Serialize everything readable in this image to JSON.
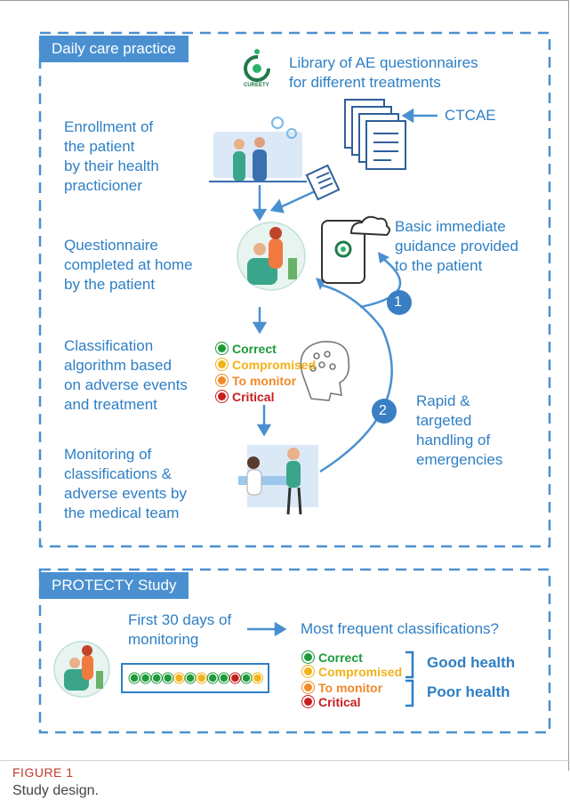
{
  "panel1": {
    "tab": "Daily care practice",
    "logo_text": "CUREETY",
    "library": [
      "Library of AE questionnaires",
      "for different treatments"
    ],
    "ctcae": "CTCAE",
    "enrollment": [
      "Enrollment of",
      "the patient",
      "by their health",
      "practicioner"
    ],
    "questionnaire": [
      "Questionnaire",
      "completed at home",
      "by the patient"
    ],
    "guidance": [
      "Basic immediate",
      "guidance provided",
      "to the patient"
    ],
    "classification": [
      "Classification",
      "algorithm based",
      "on adverse events",
      "and treatment"
    ],
    "handling": [
      "Rapid &",
      "targeted",
      "handling of",
      "emergencies"
    ],
    "monitoring": [
      "Monitoring of",
      "classifications &",
      "adverse events by",
      "the medical team"
    ],
    "step1": "1",
    "step2": "2",
    "classes": [
      "Correct",
      "Compromised",
      "To monitor",
      "Critical"
    ]
  },
  "panel2": {
    "tab": "PROTECTY Study",
    "first_days": [
      "First 30 days of",
      "monitoring"
    ],
    "frequent": "Most frequent classifications?",
    "classes": [
      "Correct",
      "Compromised",
      "To monitor",
      "Critical"
    ],
    "good": "Good health",
    "poor": "Poor health",
    "dots": [
      "correct",
      "correct",
      "correct",
      "correct",
      "compromised",
      "correct",
      "compromised",
      "correct",
      "correct",
      "critical",
      "correct",
      "compromised"
    ]
  },
  "colors": {
    "blue": "#2e7fc4",
    "correct": "#1e9a3a",
    "compromised": "#f2b21a",
    "monitor": "#f08a2a",
    "critical": "#c81e1e"
  },
  "caption": {
    "label": "FIGURE 1",
    "text": "Study design."
  }
}
